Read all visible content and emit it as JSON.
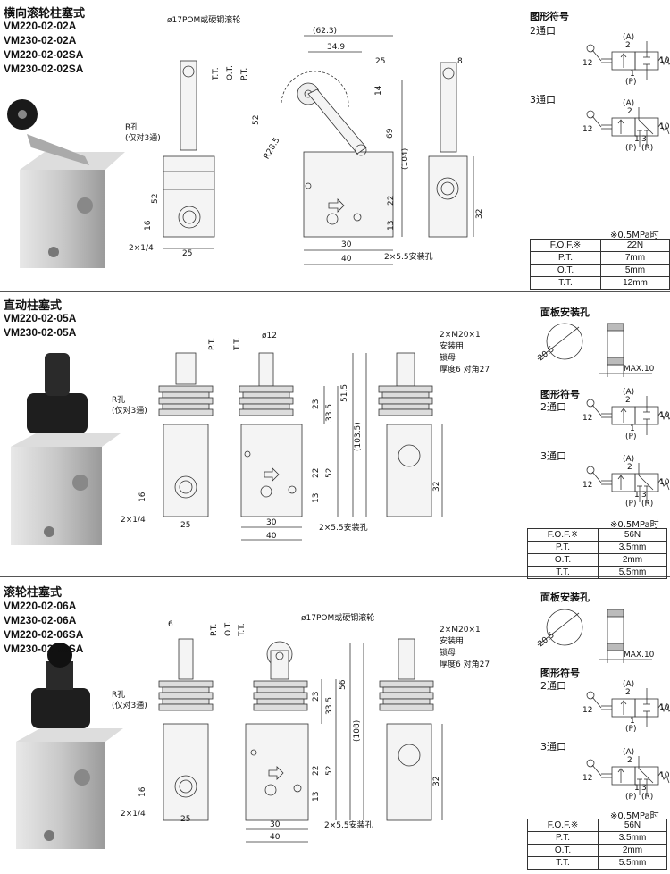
{
  "sections": [
    {
      "title": "横向滚轮柱塞式",
      "models": [
        "VM220-02-02A",
        "VM230-02-02A",
        "VM220-02-02SA",
        "VM230-02-02SA"
      ],
      "dims": [
        "ø17POM或硬钢滚轮",
        "R孔",
        "(仅对3通)",
        "52",
        "16",
        "2×1/4",
        "25",
        "T.T.",
        "O.T.",
        "P.T.",
        "52",
        "R28.5",
        "(62.3)",
        "34.9",
        "25",
        "14",
        "69",
        "(104)",
        "22",
        "13",
        "30",
        "40",
        "2×5.5安装孔",
        "8",
        "32"
      ],
      "symbol_title": "图形符号",
      "port2": "2通口",
      "port3": "3通口",
      "note": "※0.5MPa时",
      "spec": [
        [
          "F.O.F.※",
          "22N"
        ],
        [
          "P.T.",
          "7mm"
        ],
        [
          "O.T.",
          "5mm"
        ],
        [
          "T.T.",
          "12mm"
        ]
      ]
    },
    {
      "title": "直动柱塞式",
      "models": [
        "VM220-02-05A",
        "VM230-02-05A"
      ],
      "dims": [
        "R孔",
        "(仅对3通)",
        "P.T.",
        "T.T.",
        "ø12",
        "2×M20×1",
        "安装用",
        "锁母",
        "厚度6 对角27",
        "23",
        "33.5",
        "51.5",
        "(103.5)",
        "22",
        "52",
        "13",
        "16",
        "2×1/4",
        "25",
        "30",
        "40",
        "2×5.5安装孔",
        "32"
      ],
      "panel_title": "面板安装孔",
      "panel_dia": "20.5",
      "panel_max": "MAX.10",
      "symbol_title": "图形符号",
      "port2": "2通口",
      "port3": "3通口",
      "note": "※0.5MPa时",
      "spec": [
        [
          "F.O.F.※",
          "56N"
        ],
        [
          "P.T.",
          "3.5mm"
        ],
        [
          "O.T.",
          "2mm"
        ],
        [
          "T.T.",
          "5.5mm"
        ]
      ]
    },
    {
      "title": "滚轮柱塞式",
      "models": [
        "VM220-02-06A",
        "VM230-02-06A",
        "VM220-02-06SA",
        "VM230-02-06SA"
      ],
      "dims": [
        "6",
        "P.T.",
        "O.T.",
        "T.T.",
        "ø17POM或硬钢滚轮",
        "2×M20×1",
        "安装用",
        "锁母",
        "厚度6 对角27",
        "R孔",
        "(仅对3通)",
        "23",
        "33.5",
        "56",
        "(108)",
        "22",
        "52",
        "13",
        "16",
        "2×1/4",
        "25",
        "30",
        "40",
        "2×5.5安装孔",
        "32"
      ],
      "panel_title": "面板安装孔",
      "panel_dia": "20.5",
      "panel_max": "MAX.10",
      "symbol_title": "图形符号",
      "port2": "2通口",
      "port3": "3通口",
      "note": "※0.5MPa时",
      "spec": [
        [
          "F.O.F.※",
          "56N"
        ],
        [
          "P.T.",
          "3.5mm"
        ],
        [
          "O.T.",
          "2mm"
        ],
        [
          "T.T.",
          "5.5mm"
        ]
      ]
    }
  ],
  "symbol_labels": {
    "a": "(A)",
    "two": "2",
    "one": "1",
    "p": "(P)",
    "three": "3",
    "r": "(R)",
    "twelve": "12",
    "ten": "10"
  }
}
